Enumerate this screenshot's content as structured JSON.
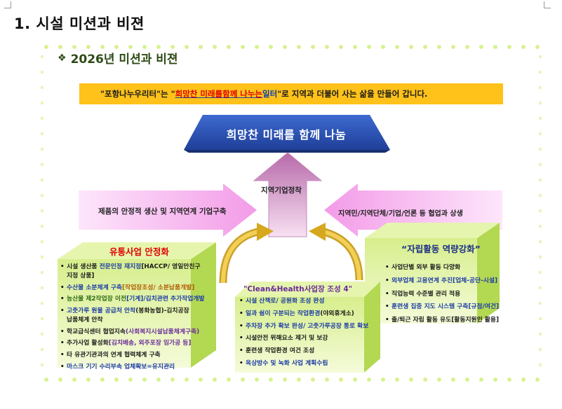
{
  "page": {
    "title": "1. 시설 미션과 비젼",
    "section_title": "2026년 미션과 비젼",
    "section_icon": "diamond-bullet-icon"
  },
  "slogan": {
    "part1": "\"포항나누우리터\"는 \"",
    "highlight1": "희망찬 미래를",
    "space": " ",
    "highlight2": "함께 나누는",
    "space2": " ",
    "highlight3": "일터",
    "part2": "\"로 지역과 더불어 사는 삶을 만들어 갑니다."
  },
  "diagram": {
    "top_banner": "희망찬 미래를 함께 나눔",
    "center_arrow_label": "지역기업정착",
    "left_arrow_label": "제품의 안정적  생산  및 지역연계 기업구축",
    "right_arrow_label": "지역민/지역단체/기업/언론 등 협업과 상생",
    "left_box": {
      "title": "유통사업 안정화",
      "items": [
        {
          "parts": [
            {
              "t": "시설 생산품 ",
              "c": "c-dark"
            },
            {
              "t": "전문인정 재지정",
              "c": "c-blue"
            },
            {
              "t": "[HACCP/ 영일만친구",
              "c": "c-dark"
            }
          ],
          "cont": "지정 상품]"
        },
        {
          "parts": [
            {
              "t": "수산물 소분체계 구축",
              "c": "c-blue"
            },
            {
              "t": "[작업장조성/ 소분납품개발]",
              "c": "c-orange"
            }
          ],
          "cont": ""
        },
        {
          "parts": [
            {
              "t": "농산물 제2작업장 이전",
              "c": "c-green"
            },
            {
              "t": "[기계]/김치관련 추가작업개발",
              "c": "c-blue"
            }
          ],
          "cont": ""
        },
        {
          "parts": [
            {
              "t": "고춧가루 원물 공급처 안착",
              "c": "c-blue"
            },
            {
              "t": "(봉화농협)-김치공장",
              "c": "c-dark"
            }
          ],
          "cont": "납품체계 안착"
        },
        {
          "parts": [
            {
              "t": "학교급식센터  협업지속",
              "c": "c-dark"
            },
            {
              "t": "(사회복지시설납품체계구축)",
              "c": "c-purple"
            }
          ],
          "cont": ""
        },
        {
          "parts": [
            {
              "t": " 추가사업  활성화",
              "c": "c-dark"
            },
            {
              "t": "[김치배송, 외주포장 임가공 등]",
              "c": "c-purple"
            }
          ],
          "cont": ""
        },
        {
          "parts": [
            {
              "t": "타 유관기관과의 연계 협력체계 구축",
              "c": "c-dark"
            }
          ],
          "cont": ""
        },
        {
          "parts": [
            {
              "t": "마스크 기기 수리부속 업체확보=유지관리",
              "c": "c-blue"
            }
          ],
          "cont": ""
        }
      ]
    },
    "center_box": {
      "title": "\"Clean&Health사업장 조성 4\"",
      "items": [
        {
          "parts": [
            {
              "t": " 시설 산책로/ 공원화 조성 완성",
              "c": "c-blue"
            }
          ]
        },
        {
          "parts": [
            {
              "t": "일과 쉼이 구분되는 작업환경",
              "c": "c-blue"
            },
            {
              "t": "(야외휴게소)",
              "c": "c-dark"
            }
          ]
        },
        {
          "parts": [
            {
              "t": "주차장 추가 확보 완성/ 고춧가루공장 통로 확보",
              "c": "c-blue"
            }
          ]
        },
        {
          "parts": [
            {
              "t": "시설안전 위해요소 제거 및 보강",
              "c": "c-dark"
            }
          ]
        },
        {
          "parts": [
            {
              "t": "훈련생 작업환경 여건 조성",
              "c": "c-dark"
            }
          ]
        },
        {
          "parts": [
            {
              "t": "옥상방수 및  녹화 사업 계획수립",
              "c": "c-blue"
            }
          ]
        }
      ]
    },
    "right_box": {
      "title": "“자립활동 역량강화”",
      "items": [
        {
          "parts": [
            {
              "t": "사업단별 외부 활동 다양화",
              "c": "c-dark"
            }
          ]
        },
        {
          "parts": [
            {
              "t": "외부업체 고용연계 추진",
              "c": "c-blue"
            },
            {
              "t": "[업체-공단-시설]",
              "c": "c-blue"
            }
          ]
        },
        {
          "parts": [
            {
              "t": "직업능력 수준별 관리 적용",
              "c": "c-dark"
            }
          ]
        },
        {
          "parts": [
            {
              "t": "훈련생 집중 지도 시스템 구축",
              "c": "c-blue"
            },
            {
              "t": "[규정/여건]",
              "c": "c-blue"
            }
          ]
        },
        {
          "parts": [
            {
              "t": "출/퇴근 자립 활동 유도",
              "c": "c-dark"
            },
            {
              "t": "[활동지원인 활용]",
              "c": "c-dark"
            }
          ]
        }
      ]
    },
    "colors": {
      "banner": "#2a4fb0",
      "green_box": "#c6e46a",
      "green_box_side": "#9cc63a",
      "pink_arrow": "#f7b7f0",
      "center_arrow": "#c98ac0",
      "slogan_bg": "#ffc21a",
      "curved_arrow": "#e6b020"
    }
  }
}
